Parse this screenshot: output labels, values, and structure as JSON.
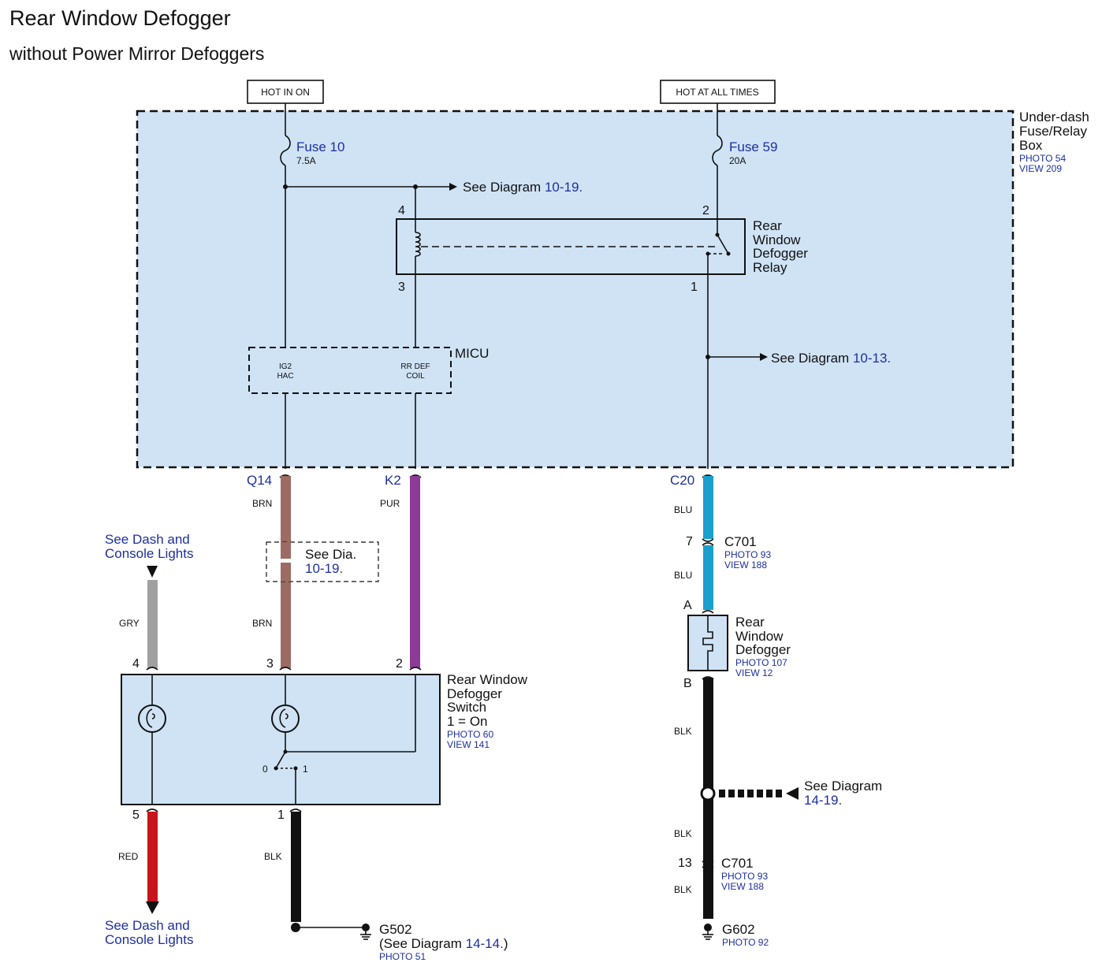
{
  "title": "Rear Window Defogger",
  "subtitle": "without Power Mirror Defoggers",
  "power": {
    "hot_in_on": "HOT IN ON",
    "hot_at_all_times": "HOT AT ALL TIMES"
  },
  "fusebox": {
    "name": "Under-dash Fuse/Relay Box",
    "line1": "Under-dash",
    "line2": "Fuse/Relay",
    "line3": "Box",
    "photo": "PHOTO 54",
    "view": "VIEW 209"
  },
  "fuse10": {
    "name": "Fuse 10",
    "rating": "7.5A"
  },
  "fuse59": {
    "name": "Fuse 59",
    "rating": "20A"
  },
  "refs": {
    "see_diagram": "See Diagram",
    "d1019": "10-19.",
    "d1013": "10-13.",
    "d1419": "14-19.",
    "see_dia": "See Dia.",
    "see_dash_line1": "See Dash and",
    "see_dash_line2": "Console Lights"
  },
  "relay": {
    "line1": "Rear",
    "line2": "Window",
    "line3": "Defogger",
    "line4": "Relay",
    "pin4": "4",
    "pin3": "3",
    "pin2": "2",
    "pin1": "1"
  },
  "micu": {
    "name": "MICU",
    "ig2": "IG2",
    "hac": "HAC",
    "rrdef": "RR DEF",
    "coil": "COIL"
  },
  "connectors": {
    "q14": "Q14",
    "k2": "K2",
    "c20": "C20"
  },
  "wires": {
    "brn": "BRN",
    "pur": "PUR",
    "gry": "GRY",
    "blu": "BLU",
    "red": "RED",
    "blk": "BLK"
  },
  "switch": {
    "line1": "Rear Window",
    "line2": "Defogger",
    "line3": "Switch",
    "line4": "1 = On",
    "photo": "PHOTO 60",
    "view": "VIEW 141",
    "pin4": "4",
    "pin3": "3",
    "pin2": "2",
    "pin5": "5",
    "pin1": "1",
    "pos0": "0",
    "pos1": "1"
  },
  "c701_top": {
    "name": "C701",
    "pin": "7",
    "photo": "PHOTO 93",
    "view": "VIEW 188"
  },
  "c701_bot": {
    "name": "C701",
    "pin": "13",
    "photo": "PHOTO 93",
    "view": "VIEW 188"
  },
  "defogger": {
    "line1": "Rear",
    "line2": "Window",
    "line3": "Defogger",
    "photo": "PHOTO 107",
    "view": "VIEW 12",
    "pinA": "A",
    "pinB": "B"
  },
  "g502": {
    "name": "G502",
    "see": "(See Diagram",
    "ref": "14-14.",
    "close": ")",
    "photo": "PHOTO 51"
  },
  "g602": {
    "name": "G602",
    "photo": "PHOTO 92"
  },
  "colors": {
    "box_fill": "#cfe3f5",
    "brn": "#9c6b63",
    "pur": "#8e3a98",
    "gry": "#a0a0a0",
    "blu": "#1a9fce",
    "red": "#c8141c",
    "blk": "#111111",
    "ref_blue": "#1d2f9e"
  }
}
